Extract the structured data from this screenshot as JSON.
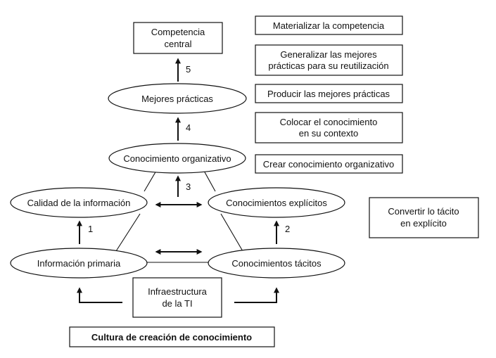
{
  "nodes": {
    "competencia_central": [
      "Competencia",
      "central"
    ],
    "mejores_practicas": "Mejores prácticas",
    "conocimiento_organizativo": "Conocimiento organizativo",
    "calidad_informacion": "Calidad de la información",
    "conocimientos_explicitos": "Conocimientos explícitos",
    "informacion_primaria": "Información primaria",
    "conocimientos_tacitos": "Conocimientos tácitos",
    "infraestructura": [
      "Infraestructura",
      "de la TI"
    ],
    "cultura": "Cultura de creación de conocimiento"
  },
  "steps": [
    "1",
    "2",
    "3",
    "4",
    "5"
  ],
  "side_labels": {
    "materializar": [
      "Materializar la competencia"
    ],
    "generalizar": [
      "Generalizar las mejores",
      "prácticas para su reutilización"
    ],
    "producir": [
      "Producir las mejores prácticas"
    ],
    "colocar": [
      "Colocar el conocimiento",
      "en su contexto"
    ],
    "crear": [
      "Crear conocimiento organizativo"
    ],
    "convertir": [
      "Convertir lo tácito",
      "en explícito"
    ]
  }
}
